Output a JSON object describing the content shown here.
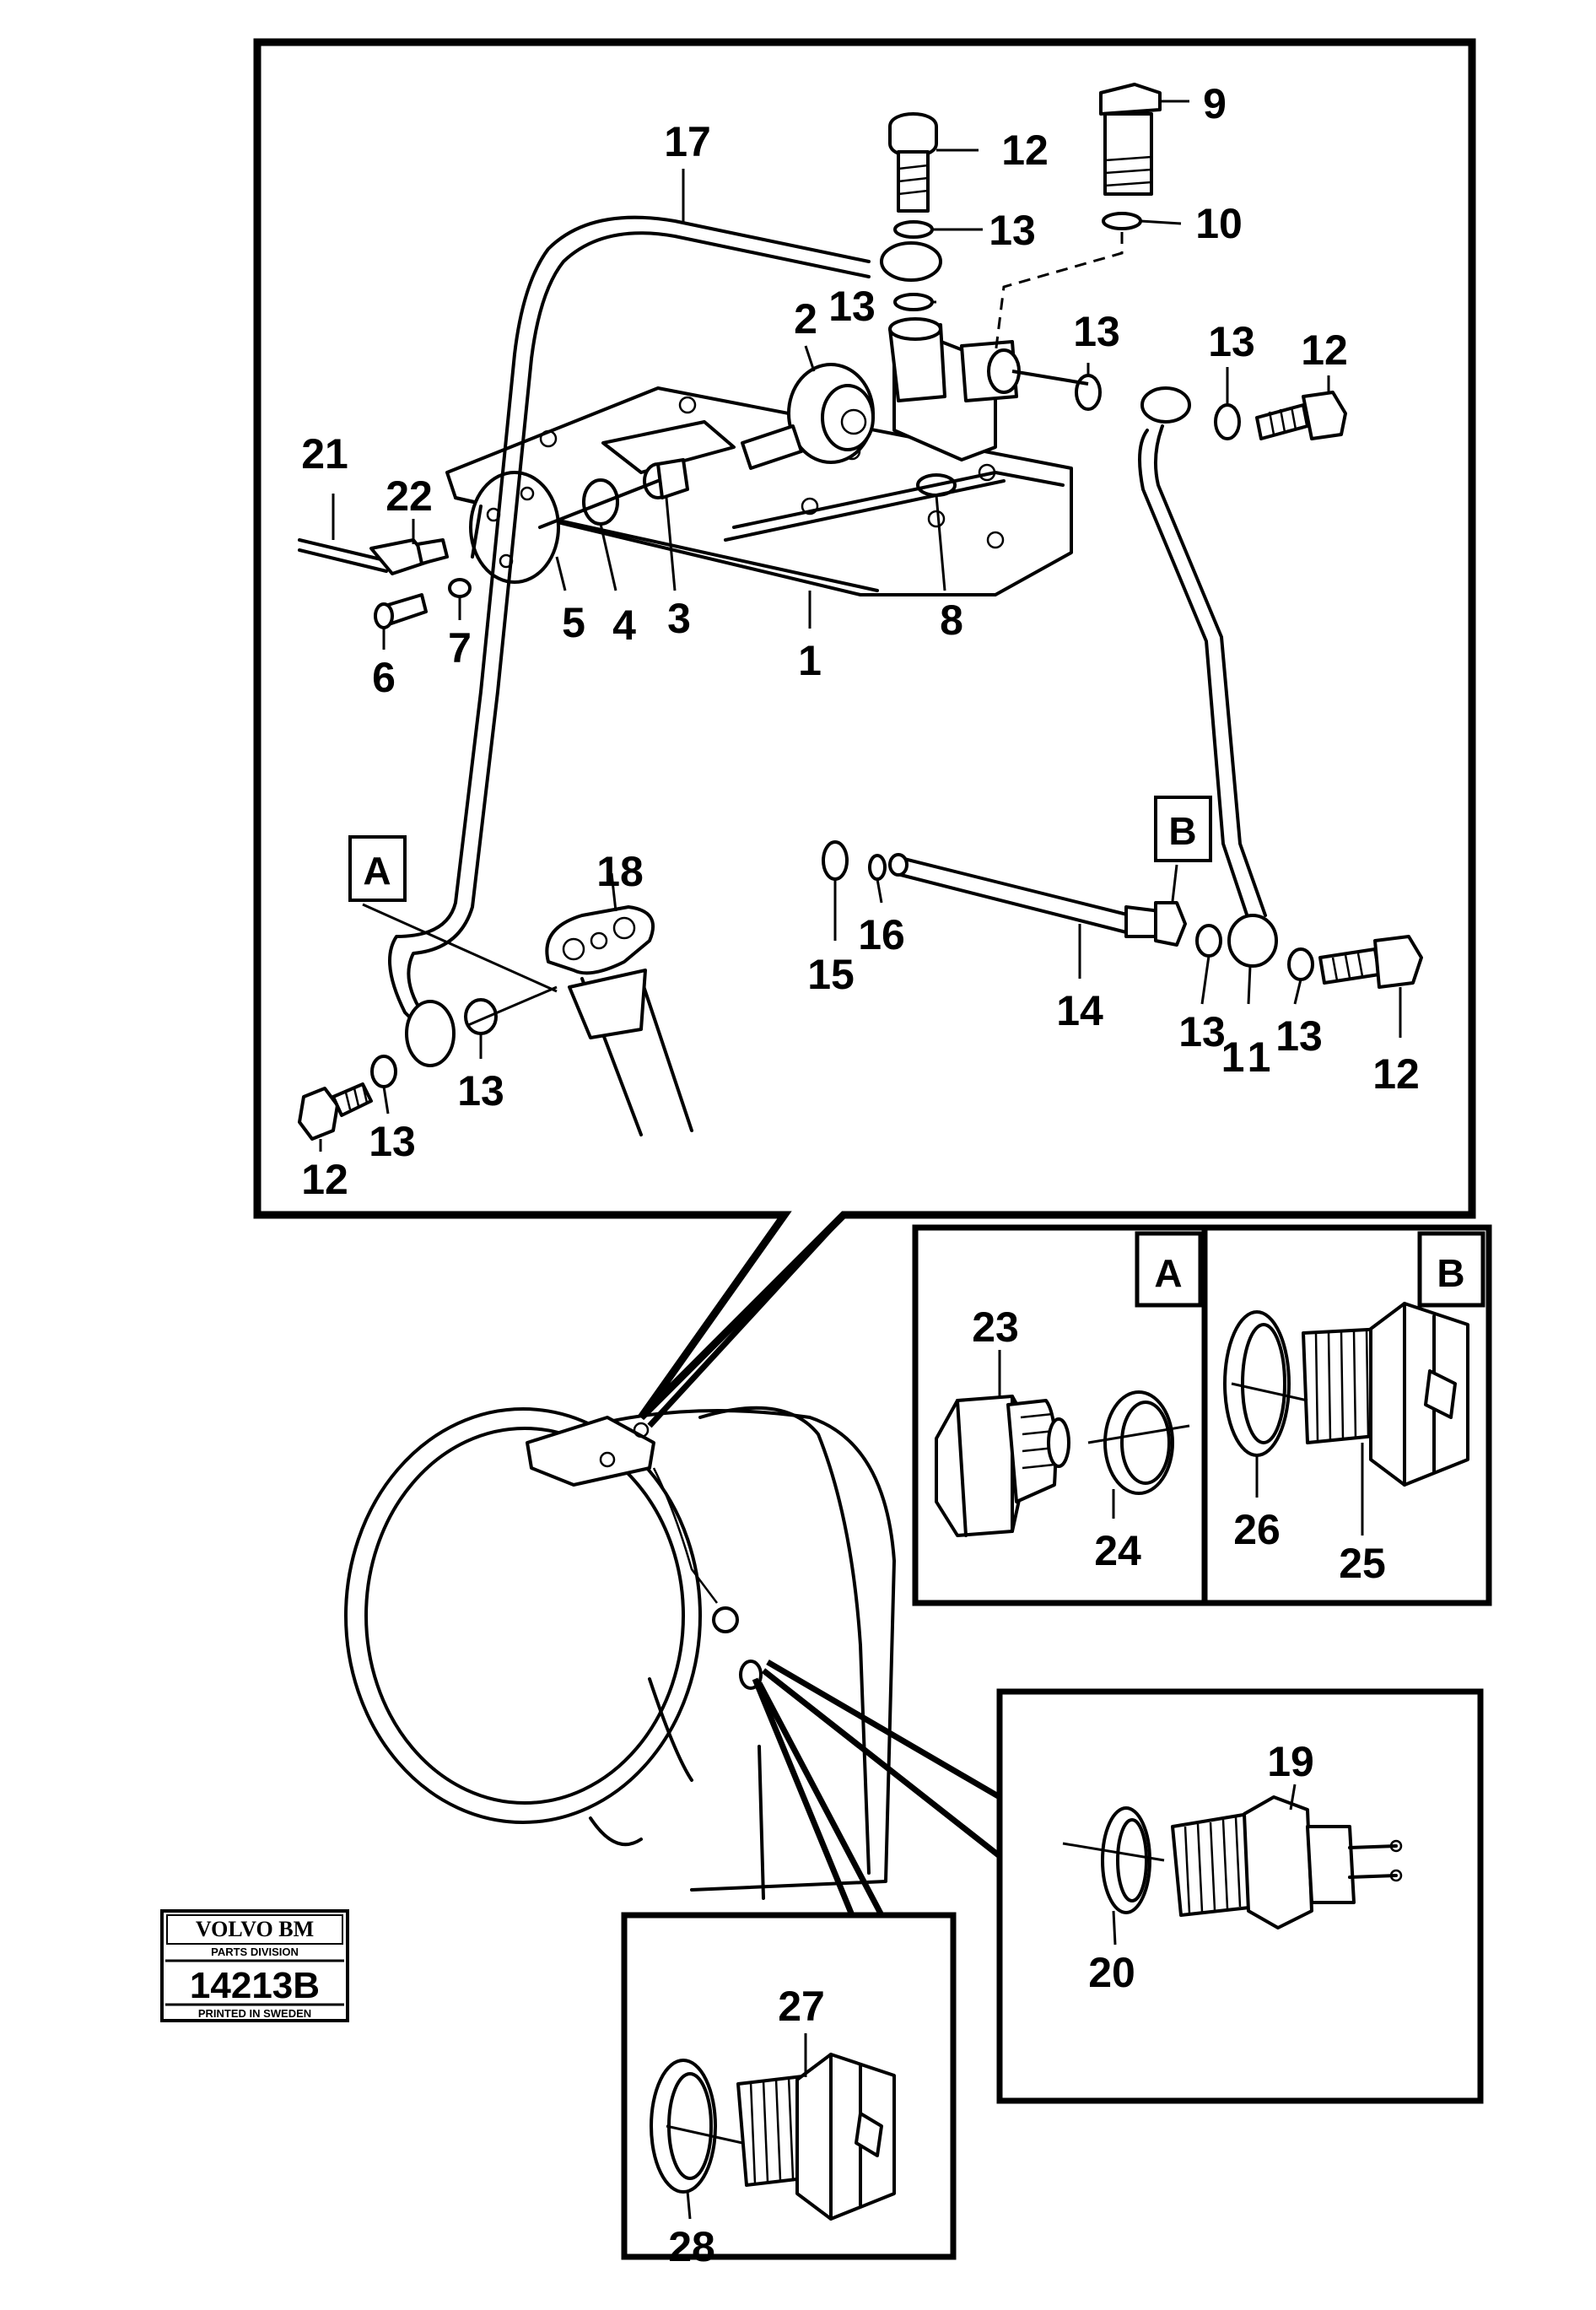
{
  "callouts": {
    "c1": "1",
    "c2": "2",
    "c3": "3",
    "c4": "4",
    "c5": "5",
    "c6": "6",
    "c7": "7",
    "c8": "8",
    "c9": "9",
    "c10": "10",
    "c11": "11",
    "c12": "12",
    "c13": "13",
    "c14": "14",
    "c15": "15",
    "c16": "16",
    "c17": "17",
    "c18": "18",
    "c19": "19",
    "c20": "20",
    "c21": "21",
    "c22": "22",
    "c23": "23",
    "c24": "24",
    "c25": "25",
    "c26": "26",
    "c27": "27",
    "c28": "28"
  },
  "detail_labels": {
    "a": "A",
    "b": "B"
  },
  "stamp": {
    "brand": "VOLVO BM",
    "division": "PARTS DIVISION",
    "number": "14213B",
    "printed": "PRINTED IN SWEDEN"
  },
  "colors": {
    "ink": "#000000",
    "paper": "#ffffff"
  }
}
